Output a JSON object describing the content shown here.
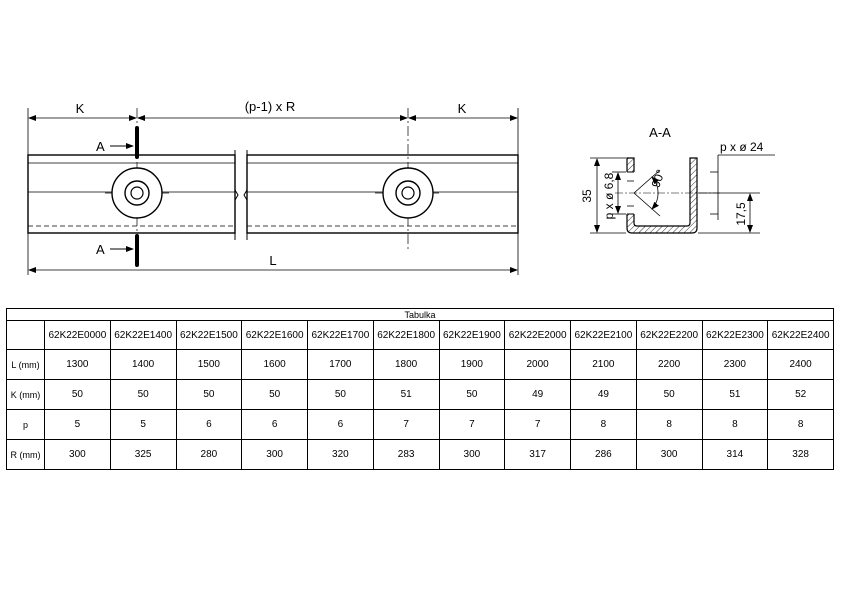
{
  "drawing": {
    "dims": {
      "k_left": "K",
      "pitch": "(p-1) x R",
      "k_right": "K",
      "length": "L",
      "section_a_top": "A",
      "section_a_bottom": "A"
    },
    "section": {
      "title": "A-A",
      "hole_callout": "p x ø 24",
      "height": "35",
      "inner_hole": "p x ø 6,8",
      "angle": "90°",
      "hole_height": "17,5"
    }
  },
  "table": {
    "title": "Tabulka",
    "columns": [
      "62K22E0000",
      "62K22E1400",
      "62K22E1500",
      "62K22E1600",
      "62K22E1700",
      "62K22E1800",
      "62K22E1900",
      "62K22E2000",
      "62K22E2100",
      "62K22E2200",
      "62K22E2300",
      "62K22E2400"
    ],
    "rows": [
      {
        "label": "L (mm)",
        "values": [
          "1300",
          "1400",
          "1500",
          "1600",
          "1700",
          "1800",
          "1900",
          "2000",
          "2100",
          "2200",
          "2300",
          "2400"
        ]
      },
      {
        "label": "K (mm)",
        "values": [
          "50",
          "50",
          "50",
          "50",
          "50",
          "51",
          "50",
          "49",
          "49",
          "50",
          "51",
          "52"
        ]
      },
      {
        "label": "p",
        "values": [
          "5",
          "5",
          "6",
          "6",
          "6",
          "7",
          "7",
          "7",
          "8",
          "8",
          "8",
          "8"
        ]
      },
      {
        "label": "R (mm)",
        "values": [
          "300",
          "325",
          "280",
          "300",
          "320",
          "283",
          "300",
          "317",
          "286",
          "300",
          "314",
          "328"
        ]
      }
    ]
  }
}
